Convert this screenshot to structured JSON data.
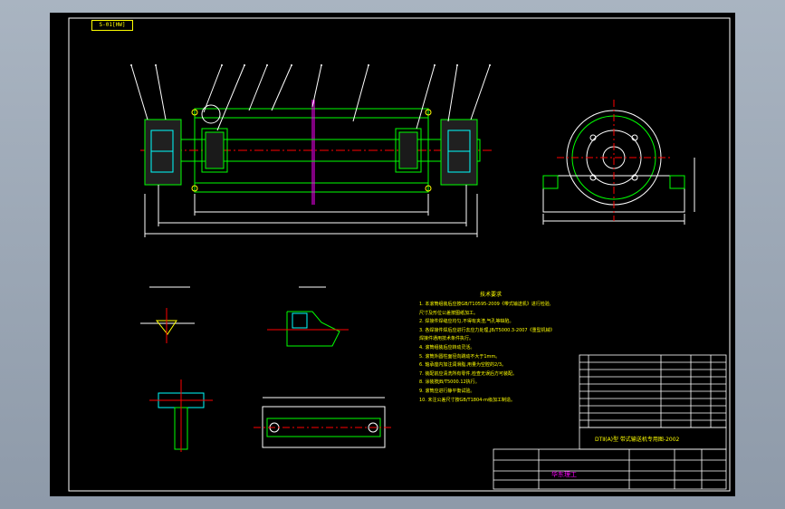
{
  "window": {
    "sheet_tag": "S-01[HW]"
  },
  "drawing": {
    "school_label": "华东理工",
    "title_banner": "DTⅡ(A)型  带式输送机专用图-2002"
  },
  "tech_requirements": {
    "title": "技术要求",
    "lines": [
      "1. 本滚筒组装后应按GB/T10595-2009《带式输送机》进行检验,",
      "   尺寸及形位公差按图纸加工。",
      "2. 焊接件焊缝应均匀,不得有夹渣,气孔等缺陷。",
      "3. 各焊接件焊后应进行去应力处理,JB/T5000.3-2007《重型机械》",
      "   焊接件通用技术条件执行。",
      "4. 滚筒组装后应转动灵活。",
      "5. 滚筒外圆柱面径向跳动不大于1mm。",
      "6. 轴承座内加注润滑脂,用量为空腔的2/3。",
      "7. 装配前应清洗所有零件,检查无误后方可装配。",
      "8. 涂装按JB/T5000.12执行。",
      "9. 滚筒应进行静平衡试验。",
      "10. 未注公差尺寸按GB/T1804-m级加工制造。"
    ]
  },
  "icons": [
    "roller-shaft-icon",
    "bearing-housing-icon"
  ]
}
